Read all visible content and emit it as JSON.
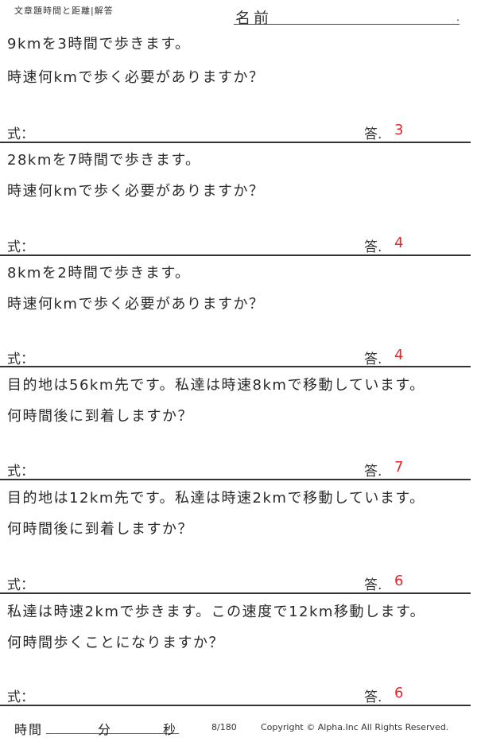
{
  "header": {
    "title": "文章題時間と距離|解答",
    "name_label": "名前",
    "name_dot": "."
  },
  "problems": [
    {
      "line1": "9kmを3時間で歩きます。",
      "line2": "時速何kmで歩く必要がありますか？",
      "formula_label": "式：",
      "answer_label": "答.",
      "answer": "3"
    },
    {
      "line1": "28kmを7時間で歩きます。",
      "line2": "時速何kmで歩く必要がありますか？",
      "formula_label": "式：",
      "answer_label": "答.",
      "answer": "4"
    },
    {
      "line1": "8kmを2時間で歩きます。",
      "line2": "時速何kmで歩く必要がありますか？",
      "formula_label": "式：",
      "answer_label": "答.",
      "answer": "4"
    },
    {
      "line1": "目的地は56km先です。私達は時速8kmで移動しています。",
      "line2": "何時間後に到着しますか？",
      "formula_label": "式：",
      "answer_label": "答.",
      "answer": "7"
    },
    {
      "line1": "目的地は12km先です。私達は時速2kmで移動しています。",
      "line2": "何時間後に到着しますか？",
      "formula_label": "式：",
      "answer_label": "答.",
      "answer": "6"
    },
    {
      "line1": "私達は時速2kmで歩きます。この速度で12km移動します。",
      "line2": "何時間歩くことになりますか？",
      "formula_label": "式：",
      "answer_label": "答.",
      "answer": "6"
    }
  ],
  "footer": {
    "time_label": "時間",
    "minutes_label": "分",
    "seconds_label": "秒",
    "page": "8/180",
    "copyright": "Copyright ©  Alpha.Inc All Rights Reserved."
  }
}
